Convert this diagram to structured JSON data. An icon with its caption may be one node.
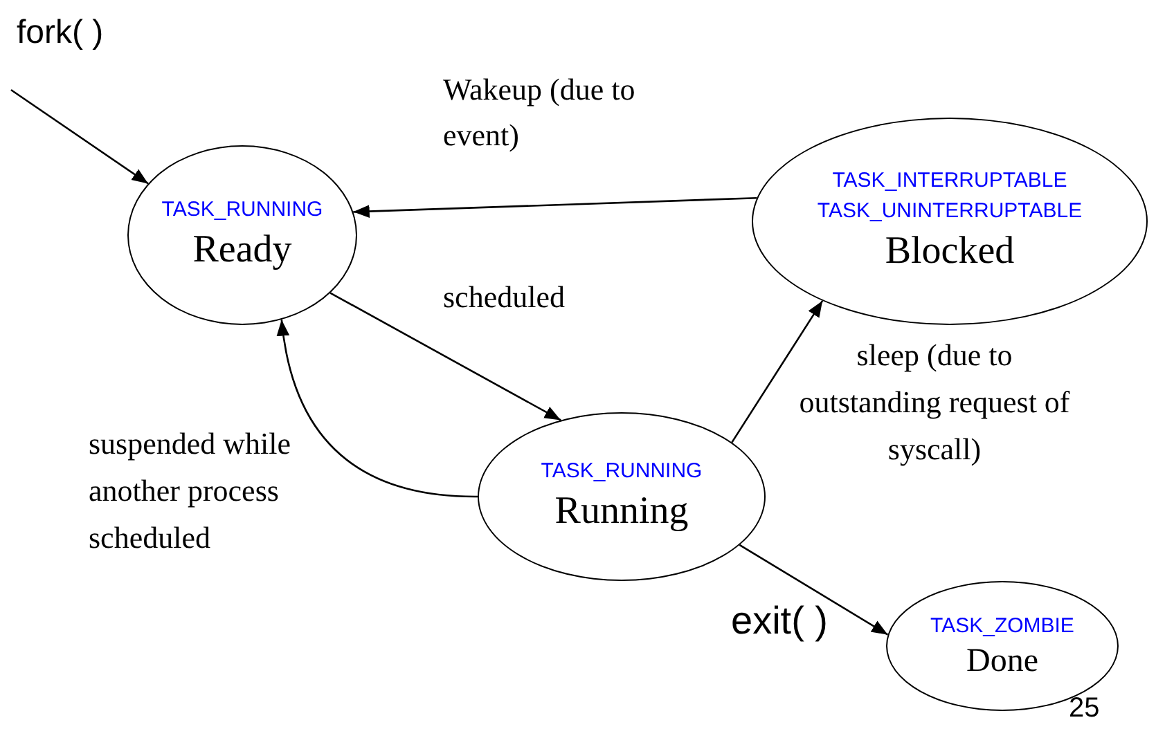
{
  "diagram": {
    "nodes": [
      {
        "text": [
          "TASK_RUNNING",
          "Ready"
        ]
      },
      {
        "text": [
          "TASK_INTERRUPTABLE",
          "TASK_UNINTERRUPTABLE",
          "Blocked"
        ]
      },
      {
        "text": [
          "TASK_RUNNING",
          "Running"
        ]
      },
      {
        "text": [
          "TASK_ZOMBIE",
          "Done"
        ]
      }
    ],
    "edges": [
      {
        "from": null,
        "to": 0,
        "arrow": "to",
        "label": "fork( )"
      },
      {
        "from": 1,
        "to": 0,
        "arrow": "to",
        "label": "Wakeup (due to event)"
      },
      {
        "from": 0,
        "to": 2,
        "arrow": "to",
        "label": "scheduled"
      },
      {
        "from": 2,
        "to": 1,
        "arrow": "to",
        "label": "sleep (due to outstanding request of syscall)"
      },
      {
        "from": 2,
        "to": 0,
        "arrow": "to",
        "label": "suspended while another process scheduled"
      },
      {
        "from": 2,
        "to": 3,
        "arrow": "to",
        "label": "exit( )"
      }
    ],
    "labels": [
      "25"
    ]
  }
}
